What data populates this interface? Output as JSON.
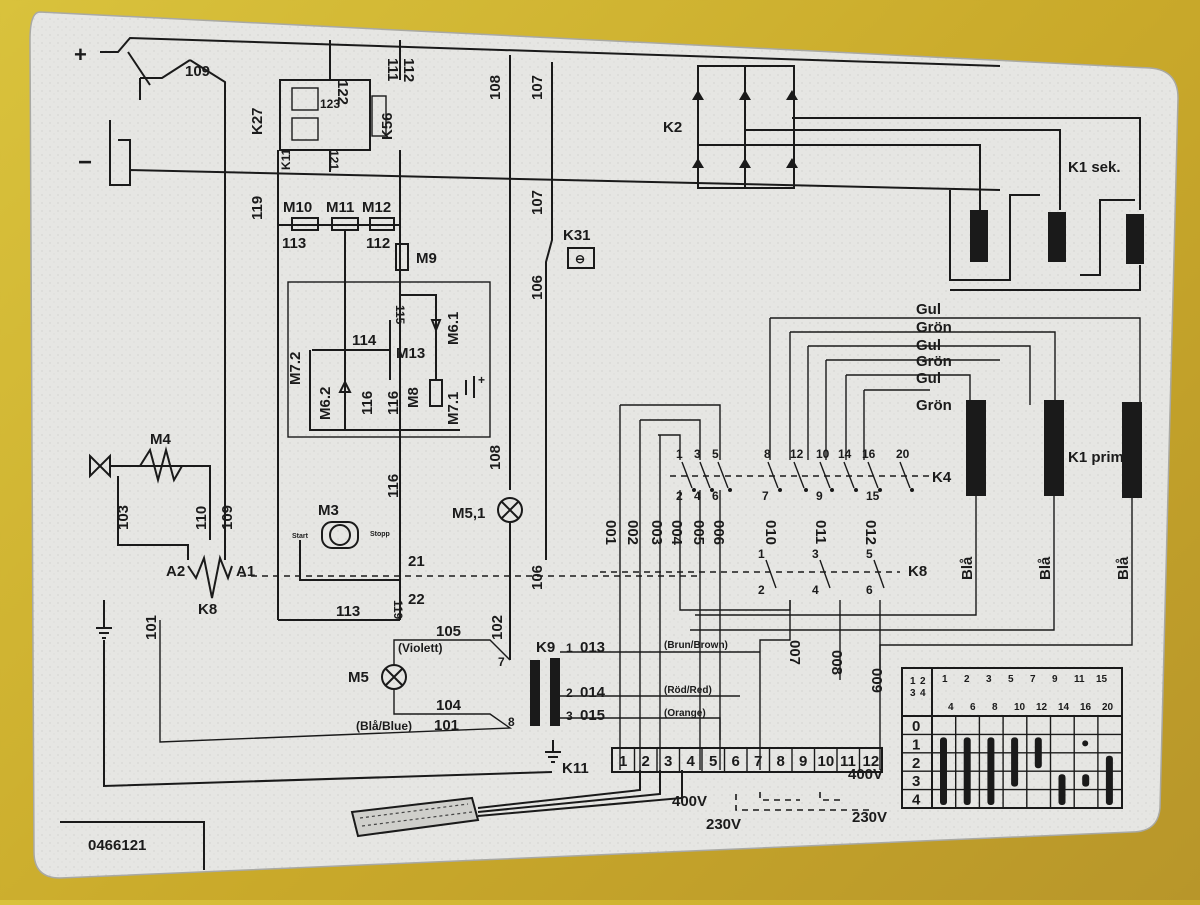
{
  "supply": {
    "plus": "+",
    "minus": "−"
  },
  "relays": {
    "k27": "K27",
    "k56": "K56",
    "k11": "K11",
    "k2": "K2",
    "k31": "K31",
    "k9": "K9",
    "k4": "K4",
    "k8_coil": "K8",
    "k8_contacts": "K8",
    "k1sek": "K1 sek.",
    "k1prim": "K1 prim"
  },
  "components": {
    "m10": "M10",
    "m11": "M11",
    "m12": "M12",
    "m9": "M9",
    "m72": "M7.2",
    "m62": "M6.2",
    "m13": "M13",
    "m61": "M6.1",
    "m8": "M8",
    "m71": "M7.1",
    "m3": "M3",
    "m4": "M4",
    "m51": "M5,1",
    "m5": "M5",
    "start": "Start",
    "stop": "Stopp"
  },
  "wire_numbers": {
    "w109": "109",
    "w122": "122",
    "w123": "123",
    "w121": "121",
    "w111": "111",
    "w112": "112",
    "w108": "108",
    "w107": "107",
    "w119": "119",
    "w113": "113",
    "w112b": "112",
    "w107b": "107",
    "w106": "106",
    "w115": "115",
    "w114": "114",
    "w116": "116",
    "w116b": "116",
    "w116c": "116",
    "w21": "21",
    "w22": "22",
    "w113b": "113",
    "w119b": "119",
    "w108b": "108",
    "w106b": "106",
    "w102": "102",
    "w105": "105",
    "w104": "104",
    "w101": "101",
    "w103": "103",
    "w110": "110",
    "w109b": "109",
    "w101b": "101",
    "a1": "A1",
    "a2": "A2",
    "t7": "7",
    "t8": "8"
  },
  "k9_outputs": [
    {
      "num": "1",
      "wire": "013",
      "color": "(Brun/Brown)"
    },
    {
      "num": "2",
      "wire": "014",
      "color": "(Röd/Red)"
    },
    {
      "num": "3",
      "wire": "015",
      "color": "(Orange)"
    }
  ],
  "m5_wires": {
    "top": "(Violett)",
    "bottom": "(Blå/Blue)"
  },
  "vert_wires": [
    "001",
    "002",
    "003",
    "004",
    "005",
    "006",
    "010",
    "011",
    "012",
    "007",
    "008",
    "009"
  ],
  "k4_contacts": {
    "top": [
      "1",
      "3",
      "5",
      "8",
      "12",
      "10",
      "14",
      "16",
      "20"
    ],
    "bottom": [
      "2",
      "4",
      "6",
      "7",
      "9",
      "15"
    ]
  },
  "k8_contacts_nums": {
    "top": [
      "1",
      "3",
      "5"
    ],
    "bottom": [
      "2",
      "4",
      "6"
    ]
  },
  "winding_taps": [
    "Gul",
    "Grön",
    "Gul",
    "Grön",
    "Gul",
    "Grön"
  ],
  "bla_labels": [
    "Blå",
    "Blå",
    "Blå"
  ],
  "terminals": [
    "1",
    "2",
    "3",
    "4",
    "5",
    "6",
    "7",
    "8",
    "9",
    "10",
    "11",
    "12"
  ],
  "voltages": {
    "v400a": "400V",
    "v230a": "230V",
    "v230b": "230V",
    "v400b": "400V"
  },
  "switch_table": {
    "rows": [
      "0",
      "1",
      "2",
      "3",
      "4"
    ],
    "header_nums": [
      "1",
      "2",
      "3",
      "5",
      "7",
      "9",
      "11",
      "15",
      "4",
      "6",
      "8",
      "10",
      "12",
      "14",
      "16",
      "20"
    ],
    "corner_marks": [
      "1",
      "2",
      "3",
      "4"
    ]
  },
  "serial": "0466121"
}
